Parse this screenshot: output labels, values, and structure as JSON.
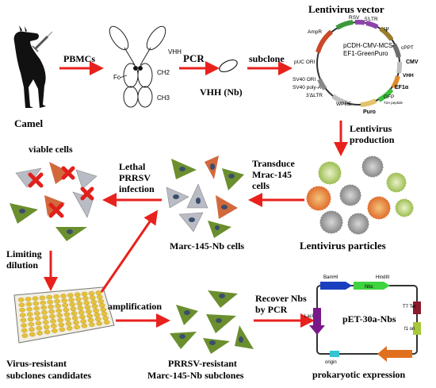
{
  "labels": {
    "camel": "Camel",
    "pbmcs": "PBMCs",
    "pcr": "PCR",
    "subclone": "subclone",
    "vhh_nb": "VHH (Nb)",
    "lentivirus_vector": "Lentivirus vector",
    "lentivirus_production_1": "Lentivirus",
    "lentivirus_production_2": "production",
    "lentivirus_particles": "Lentivirus particles",
    "transduce_1": "Transduce",
    "transduce_2": "Mrac-145",
    "transduce_3": "cells",
    "marc_nb_cells": "Marc-145-Nb  cells",
    "lethal_1": "Lethal",
    "lethal_2": "PRRSV",
    "lethal_3": "infection",
    "viable_cells": "viable cells",
    "limiting_1": "Limiting",
    "limiting_2": "dilution",
    "candidates_1": "Virus-resistant",
    "candidates_2": "subclones candidates",
    "amplification": "amplification",
    "resistant_1": "PRRSV-resistant",
    "resistant_2": "Marc-145-Nb  subclones",
    "recover_1": "Recover Nbs",
    "recover_2": "by PCR",
    "prokaryotic": "prokaryotic expression"
  },
  "antibody": {
    "vhh": "VHH",
    "fc": "Fc",
    "ch2": "CH2",
    "ch3": "CH3"
  },
  "plasmid_lenti": {
    "name_1": "pCDH-CMV-MCS-",
    "name_2": "EF1-GreenPuro",
    "rsv": "RSV",
    "ltr5": "5'LTR",
    "psi": "Ψ",
    "cppt": "cPPT",
    "cmv": "CMV",
    "vhh": "VHH",
    "ef1a": "EF1α",
    "gfp": "GFP",
    "t2a": "T2A peptide",
    "puro": "Puro",
    "wpre": "WPRE",
    "ltr3": "3'ΔLTR",
    "sv40polya": "SV40 poly-A",
    "sv40ori": "SV40 ORI",
    "puc": "pUC ORI",
    "ampr": "AmpR"
  },
  "plasmid_pet": {
    "name": "pET-30a-Nbs",
    "bamhi": "BamHI",
    "hindiii": "HindIII",
    "nbs": "Nbs",
    "t7ter": "T7 Ter",
    "f1ori": "f1 ori",
    "laci": "LacI",
    "origin": "origin"
  },
  "colors": {
    "arrow": "#e8211d",
    "cell_green": "#6b8f2e",
    "cell_orange": "#d2693c",
    "cell_gray": "#b9bcc4",
    "nucleus": "#3a4d6b",
    "cross": "#e0201b",
    "well": "#e6c23a"
  }
}
